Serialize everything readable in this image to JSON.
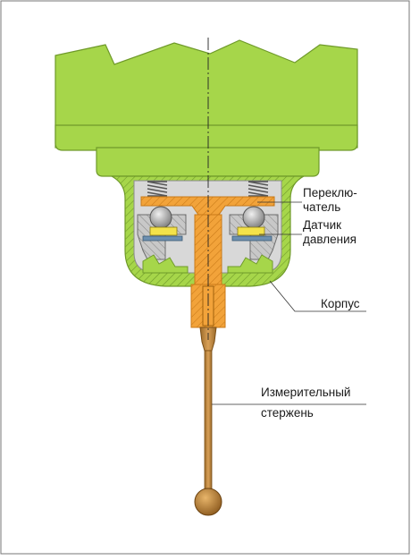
{
  "labels": {
    "switch_line1": "Переклю-",
    "switch_line2": "чатель",
    "sensor_line1": "Датчик",
    "sensor_line2": "давления",
    "housing": "Корпус",
    "stylus_line1": "Измерительный",
    "stylus_line2": "стержень"
  },
  "colors": {
    "body_green": "#a6d64a",
    "body_green_dark": "#6f9a2a",
    "inner_gray": "#c8c8c8",
    "gray_dark": "#8c8c8c",
    "stem_orange": "#f2a33a",
    "stem_orange_dark": "#c97a18",
    "stylus_brown": "#c58a3c",
    "sensor_yellow": "#f3e24a",
    "sensor_blue": "#6c8fb0",
    "leader_line": "#333333"
  }
}
